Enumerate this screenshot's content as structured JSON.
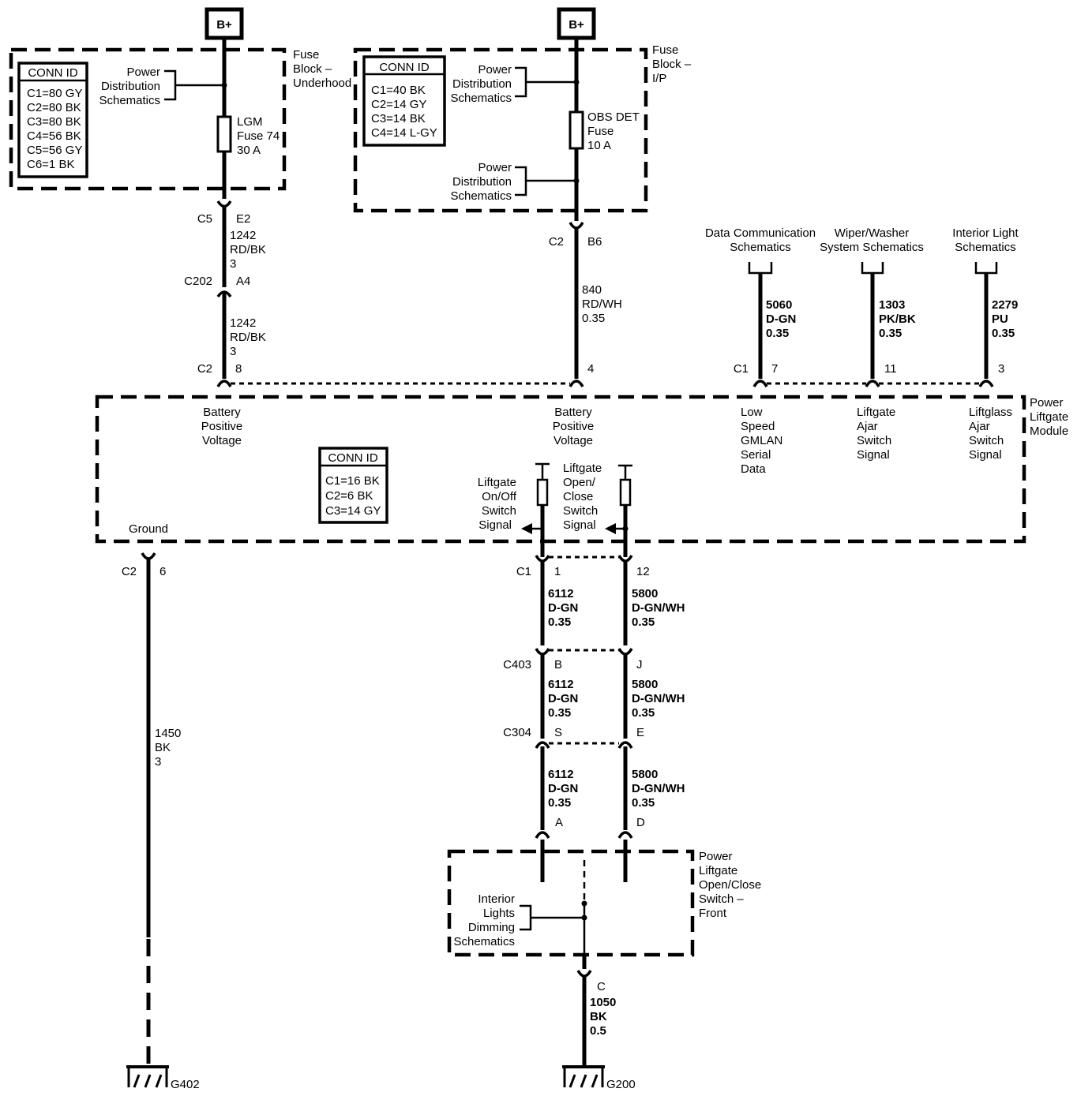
{
  "battery": {
    "left": "B+",
    "right": "B+"
  },
  "fuse_block_underhood": {
    "label": [
      "Fuse",
      "Block –",
      "Underhood"
    ],
    "conn_id_title": "CONN ID",
    "conn_ids": [
      "C1=80 GY",
      "C2=80 BK",
      "C3=80 BK",
      "C4=56 BK",
      "C5=56 GY",
      "C6=1 BK"
    ],
    "power_dist": [
      "Power",
      "Distribution",
      "Schematics"
    ],
    "fuse": [
      "LGM",
      "Fuse 74",
      "30 A"
    ]
  },
  "fuse_block_ip": {
    "label": [
      "Fuse",
      "Block –",
      "I/P"
    ],
    "conn_id_title": "CONN ID",
    "conn_ids": [
      "C1=40 BK",
      "C2=14 GY",
      "C3=14 BK",
      "C4=14 L-GY"
    ],
    "power_dist_top": [
      "Power",
      "Distribution",
      "Schematics"
    ],
    "power_dist_bottom": [
      "Power",
      "Distribution",
      "Schematics"
    ],
    "fuse": [
      "OBS DET",
      "Fuse",
      "10 A"
    ]
  },
  "left_circuit": {
    "c5": "C5",
    "e2": "E2",
    "wire1": [
      "1242",
      "RD/BK",
      "3"
    ],
    "c202": "C202",
    "a4": "A4",
    "wire2": [
      "1242",
      "RD/BK",
      "3"
    ],
    "c2": "C2",
    "pin": "8"
  },
  "mid_circuit": {
    "c2": "C2",
    "b6": "B6",
    "wire": [
      "840",
      "RD/WH",
      "0.35"
    ],
    "pin": "4"
  },
  "top_refs": {
    "data_comm": [
      "Data Communication",
      "Schematics"
    ],
    "wiper": [
      "Wiper/Washer",
      "System Schematics"
    ],
    "interior": [
      "Interior Light",
      "Schematics"
    ],
    "wire_5060": [
      "5060",
      "D-GN",
      "0.35"
    ],
    "wire_1303": [
      "1303",
      "PK/BK",
      "0.35"
    ],
    "wire_2279": [
      "2279",
      "PU",
      "0.35"
    ],
    "c1": "C1",
    "pin7": "7",
    "pin11": "11",
    "pin3": "3"
  },
  "module": {
    "label": [
      "Power",
      "Liftgate",
      "Module"
    ],
    "bpv_left": [
      "Battery",
      "Positive",
      "Voltage"
    ],
    "bpv_mid": [
      "Battery",
      "Positive",
      "Voltage"
    ],
    "low_speed": [
      "Low",
      "Speed",
      "GMLAN",
      "Serial",
      "Data"
    ],
    "liftgate_ajar": [
      "Liftgate",
      "Ajar",
      "Switch",
      "Signal"
    ],
    "liftglass_ajar": [
      "Liftglass",
      "Ajar",
      "Switch",
      "Signal"
    ],
    "conn_id_title": "CONN ID",
    "conn_ids": [
      "C1=16 BK",
      "C2=6 BK",
      "C3=14 GY"
    ],
    "onoff": [
      "Liftgate",
      "On/Off",
      "Switch",
      "Signal"
    ],
    "openclose": [
      "Liftgate",
      "Open/",
      "Close",
      "Switch",
      "Signal"
    ],
    "ground": "Ground"
  },
  "ground_circuit": {
    "c2": "C2",
    "pin": "6",
    "wire": [
      "1450",
      "BK",
      "3"
    ],
    "ground_id": "G402"
  },
  "lower_circuits": {
    "c1": "C1",
    "pin1": "1",
    "pin12": "12",
    "w6112_a": [
      "6112",
      "D-GN",
      "0.35"
    ],
    "w5800_a": [
      "5800",
      "D-GN/WH",
      "0.35"
    ],
    "c403": "C403",
    "pinB": "B",
    "pinJ": "J",
    "w6112_b": [
      "6112",
      "D-GN",
      "0.35"
    ],
    "w5800_b": [
      "5800",
      "D-GN/WH",
      "0.35"
    ],
    "c304": "C304",
    "pinS": "S",
    "pinE": "E",
    "w6112_c": [
      "6112",
      "D-GN",
      "0.35"
    ],
    "w5800_c": [
      "5800",
      "D-GN/WH",
      "0.35"
    ],
    "pinA": "A",
    "pinD": "D"
  },
  "switch_front": {
    "label": [
      "Power",
      "Liftgate",
      "Open/Close",
      "Switch –",
      "Front"
    ],
    "interior_dim": [
      "Interior",
      "Lights",
      "Dimming",
      "Schematics"
    ],
    "pinC": "C",
    "wire": [
      "1050",
      "BK",
      "0.5"
    ],
    "ground_id": "G200"
  }
}
